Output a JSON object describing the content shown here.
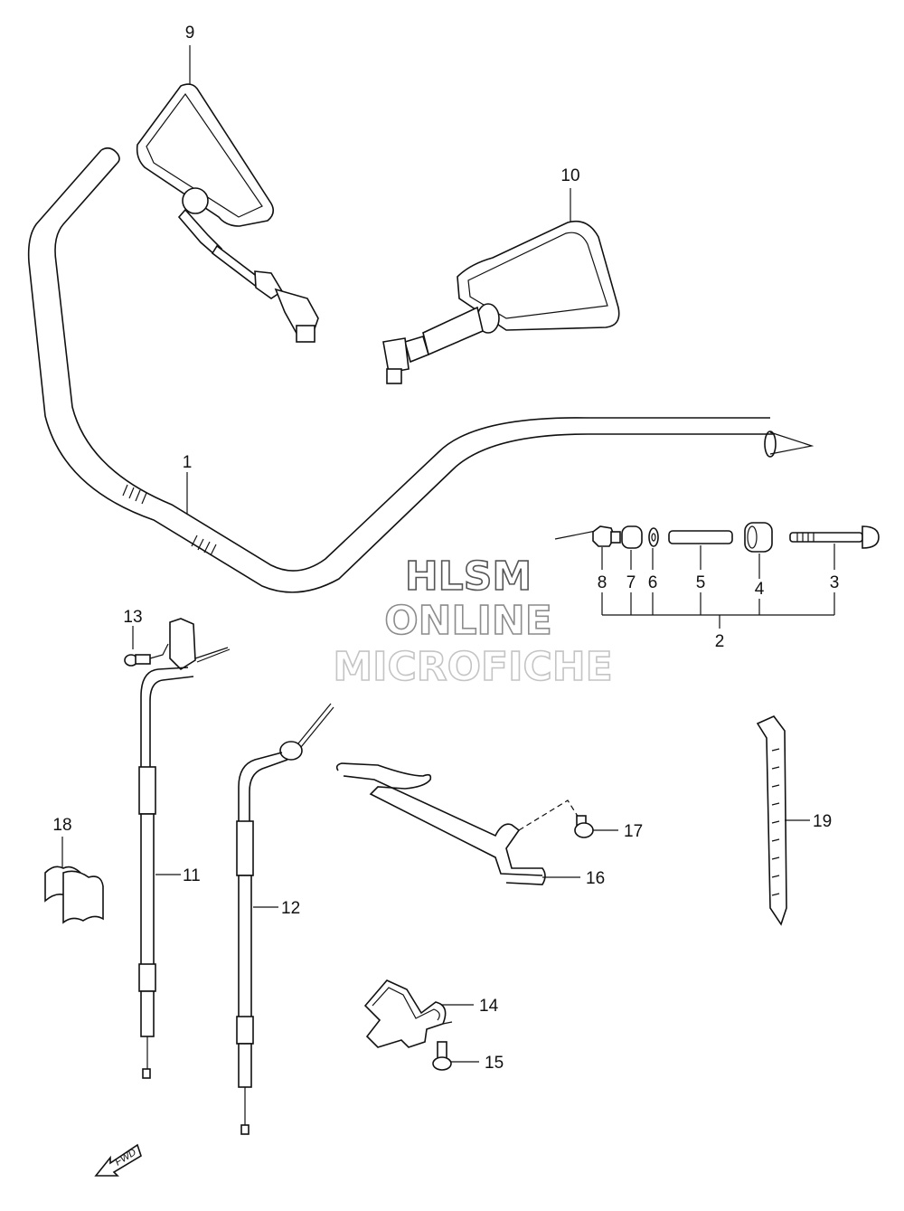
{
  "callouts": {
    "c1": "1",
    "c2": "2",
    "c3": "3",
    "c4": "4",
    "c5": "5",
    "c6": "6",
    "c7": "7",
    "c8": "8",
    "c9": "9",
    "c10": "10",
    "c11": "11",
    "c12": "12",
    "c13": "13",
    "c14": "14",
    "c15": "15",
    "c16": "16",
    "c17": "17",
    "c18": "18",
    "c19": "19"
  },
  "watermark": {
    "line1": "HLSM",
    "line2": "ONLINE",
    "line3": "MICROFICHE",
    "colors": {
      "line1": "#555555",
      "line2": "#8c8c8c",
      "line3": "#c4c4c4"
    }
  },
  "fwd_label": "FWD",
  "colors": {
    "ink": "#111111",
    "background": "#ffffff"
  }
}
